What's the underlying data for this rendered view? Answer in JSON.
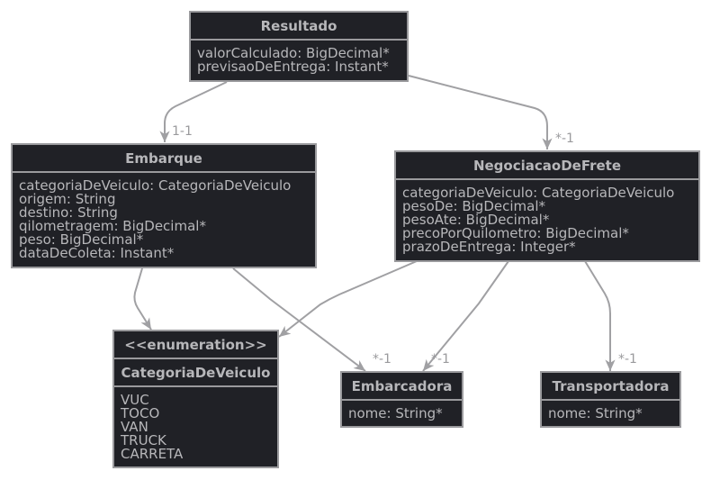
{
  "classes": {
    "resultado": {
      "name": "Resultado",
      "attributes": [
        "valorCalculado: BigDecimal*",
        "previsaoDeEntrega: Instant*"
      ]
    },
    "embarque": {
      "name": "Embarque",
      "attributes": [
        "categoriaDeVeiculo: CategoriaDeVeiculo",
        "origem: String",
        "destino: String",
        "qilometragem: BigDecimal*",
        "peso: BigDecimal*",
        "dataDeColeta: Instant*"
      ]
    },
    "negociacao": {
      "name": "NegociacaoDeFrete",
      "attributes": [
        "categoriaDeVeiculo: CategoriaDeVeiculo",
        "pesoDe: BigDecimal*",
        "pesoAte: BigDecimal*",
        "precoPorQuilometro: BigDecimal*",
        "prazoDeEntrega: Integer*"
      ]
    },
    "categoria": {
      "stereotype": "<<enumeration>>",
      "name": "CategoriaDeVeiculo",
      "attributes": [
        "VUC",
        "TOCO",
        "VAN",
        "TRUCK",
        "CARRETA"
      ]
    },
    "embarcadora": {
      "name": "Embarcadora",
      "attributes": [
        "nome: String*"
      ]
    },
    "transportadora": {
      "name": "Transportadora",
      "attributes": [
        "nome: String*"
      ]
    }
  },
  "multiplicities": {
    "resultado_embarque": "1-1",
    "resultado_negociacao": "*-1",
    "embarque_embarcadora": "*-1",
    "negociacao_embarcadora": "*-1",
    "negociacao_transportadora": "*-1"
  },
  "colors": {
    "box_fill": "#202126",
    "box_border": "#9a9a9d",
    "text": "#b7b7ba",
    "edge": "#a0a0a3",
    "background": "#ffffff"
  }
}
